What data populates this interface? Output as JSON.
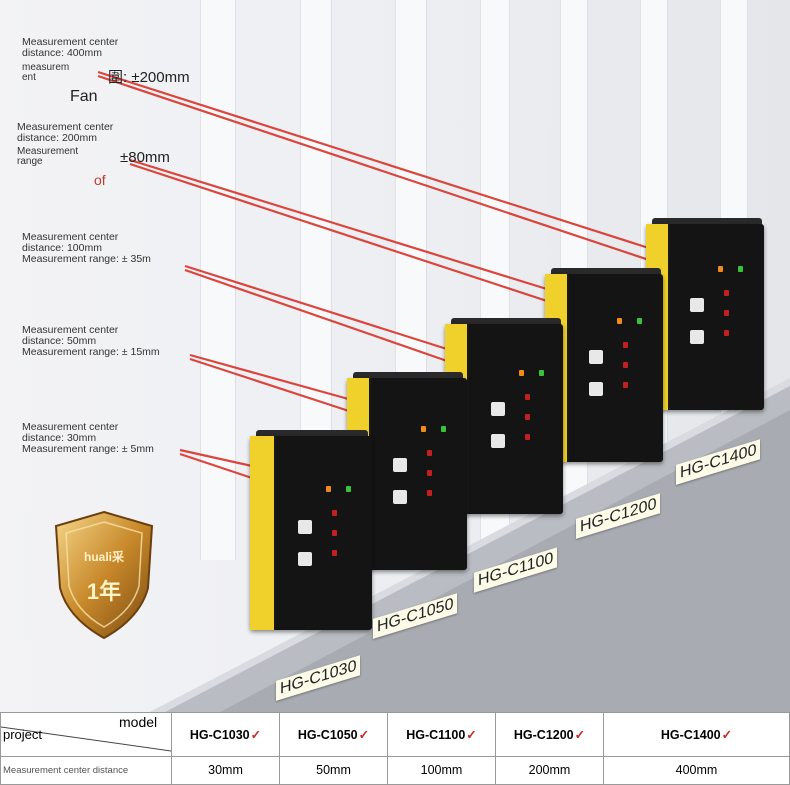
{
  "annotations": [
    {
      "line1": "Measurement center",
      "line2": "distance: 400mm",
      "range_prefix": "measurem",
      "range_prefix2": "ent",
      "range_big": "圍: ±200mm",
      "extra": "Fan"
    },
    {
      "line1": "Measurement center",
      "line2": "distance: 200mm",
      "range_prefix": "Measurement",
      "range_prefix2": "range",
      "range_big": "±80mm",
      "extra": "of"
    },
    {
      "line1": "Measurement center",
      "line2": "distance: 100mm",
      "range": "Measurement range: ± 35m"
    },
    {
      "line1": "Measurement center",
      "line2": "distance: 50mm",
      "range": "Measurement range: ± 15mm"
    },
    {
      "line1": "Measurement center",
      "line2": "distance: 30mm",
      "range": "Measurement range: ± 5mm"
    }
  ],
  "model_tags": [
    "HG-C1030",
    "HG-C1050",
    "HG-C1100",
    "HG-C1200",
    "HG-C1400"
  ],
  "shield": {
    "top_text": "huali采",
    "bottom_text": "1年"
  },
  "table": {
    "model_label": "model",
    "project_label": "project",
    "distance_label": "Measurement center distance",
    "check": "✓",
    "models": [
      "HG-C1030",
      "HG-C1050",
      "HG-C1100",
      "HG-C1200",
      "HG-C1400"
    ],
    "distances": [
      "30mm",
      "50mm",
      "100mm",
      "200mm",
      "400mm"
    ]
  },
  "colors": {
    "laser": "#d8342a",
    "sensor_face": "#f0d02a",
    "tag_bg": "#fbfbe8",
    "check": "#c8281e"
  }
}
